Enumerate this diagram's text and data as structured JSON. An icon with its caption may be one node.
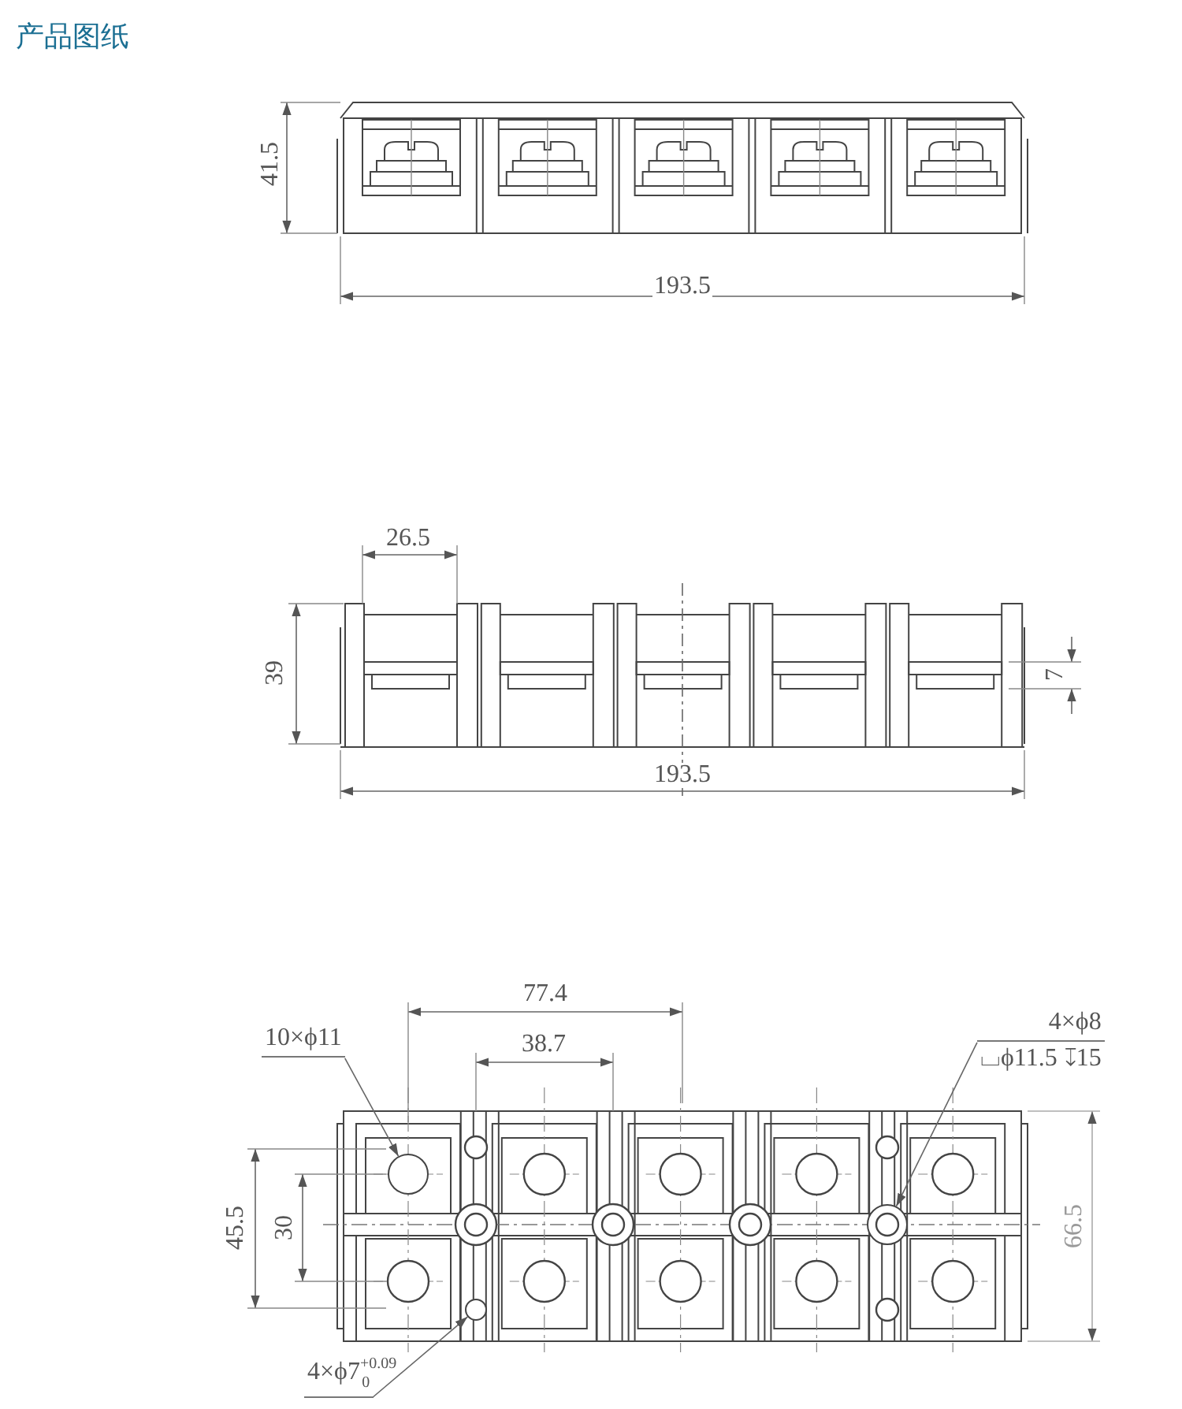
{
  "diagram": {
    "title": "产品图纸",
    "nodes": [
      {
        "text": [
          "10×ϕ11"
        ]
      },
      {
        "text": [],
        "shape": "circle"
      },
      {
        "text": [
          "4×ϕ8",
          "⌴ϕ11.5 ↧15"
        ]
      },
      {
        "text": [],
        "shape": "circle"
      },
      {
        "text": [
          "4×ϕ7$^{+0.09}$$_{0}$"
        ]
      },
      {
        "text": [],
        "shape": "circle"
      }
    ],
    "edges": [
      {
        "from": 0,
        "to": 1,
        "arrow": "to"
      },
      {
        "from": 2,
        "to": 3,
        "arrow": "to"
      },
      {
        "from": 4,
        "to": 5,
        "arrow": "to"
      }
    ],
    "labels": [
      "41.5",
      "193.5",
      "26.5",
      "39",
      "7",
      "193.5",
      "77.4",
      "38.7",
      "45.5",
      "30",
      "66.5"
    ]
  }
}
